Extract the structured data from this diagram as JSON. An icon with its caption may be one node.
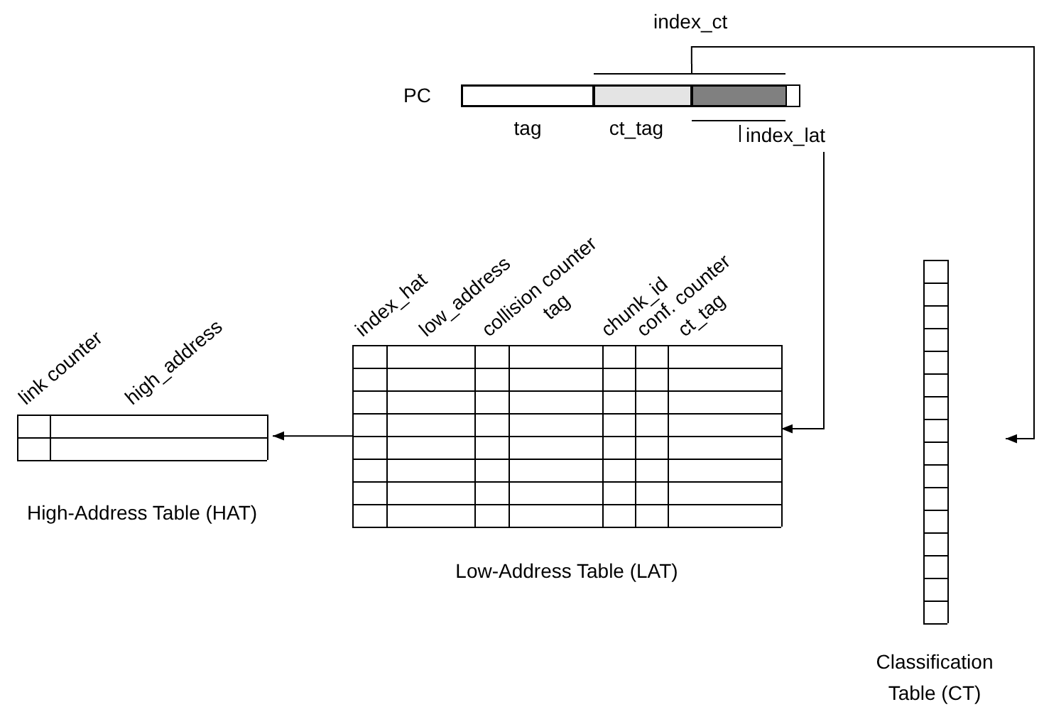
{
  "diagram": {
    "nodes": [
      {
        "text": [
          "PC"
        ]
      },
      {
        "text": [
          "tag"
        ],
        "in": 0
      },
      {
        "text": [
          "ct_tag"
        ],
        "in": 0
      },
      {
        "text": [
          "index_lat"
        ],
        "in": 0
      },
      {
        "text": [
          "High-Address Table (HAT)"
        ],
        "beside": [
          "link counter",
          "high_address"
        ]
      },
      {
        "text": [
          "Low-Address Table (LAT)"
        ],
        "beside": [
          "index_hat",
          "low_address",
          "collision counter",
          "tag",
          "chunk_id",
          "conf. counter",
          "ct_tag"
        ]
      },
      {
        "text": [
          "Classification Table (CT)"
        ]
      }
    ],
    "edges": [
      {
        "from": 0,
        "to": 6,
        "arrow": "to",
        "label": "index_ct"
      },
      {
        "from": 3,
        "to": 5,
        "arrow": "to"
      },
      {
        "from": 5,
        "to": 4,
        "arrow": "to"
      }
    ]
  }
}
